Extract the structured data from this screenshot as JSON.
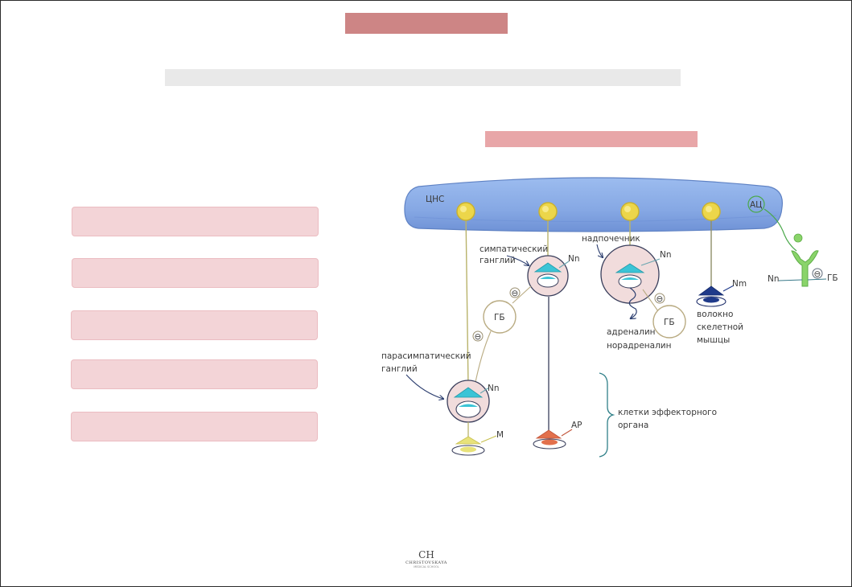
{
  "labels": {
    "cns": "ЦНС",
    "sympathetic_ganglion_line1": "симпатический",
    "sympathetic_ganglion_line2": "ганглий",
    "adrenal": "надпочечник",
    "adrenaline_line1": "адреналин",
    "adrenaline_line2": "норадреналин",
    "parasympathetic_ganglion_line1": "парасимпатический",
    "parasympathetic_ganglion_line2": "ганглий",
    "skeletal_line1": "волокно",
    "skeletal_line2": "скелетной",
    "skeletal_line3": "мышцы",
    "effector_line1": "клетки эффекторного",
    "effector_line2": "органа",
    "nn_sympathetic": "Nn",
    "nn_adrenal": "Nn",
    "nn_parasympathetic": "Nn",
    "nm_skeletal": "Nm",
    "nn_receptor": "Nn",
    "m_receptor": "M",
    "ar_receptor": "AP",
    "gb_1": "ГБ",
    "gb_2": "ГБ",
    "gb_3": "ГБ",
    "ach": "АЦ",
    "minus": "⊖"
  },
  "logo": {
    "monogram": "CH",
    "brand": "CHRISTOVSKAYA",
    "tagline": "MEDICAL SCHOOL"
  },
  "colors": {
    "cns_fill": "#8aaee6",
    "neuron_body": "#ecd64a",
    "ganglion_fill": "#f1dcdc",
    "nn_receptor": "#3bc4d6",
    "m_receptor": "#e8e27a",
    "ar_receptor": "#e2704c",
    "nm_receptor": "#1f3a8a",
    "ach_receptor": "#8ad46a",
    "gb_stroke": "#b9ab82"
  }
}
